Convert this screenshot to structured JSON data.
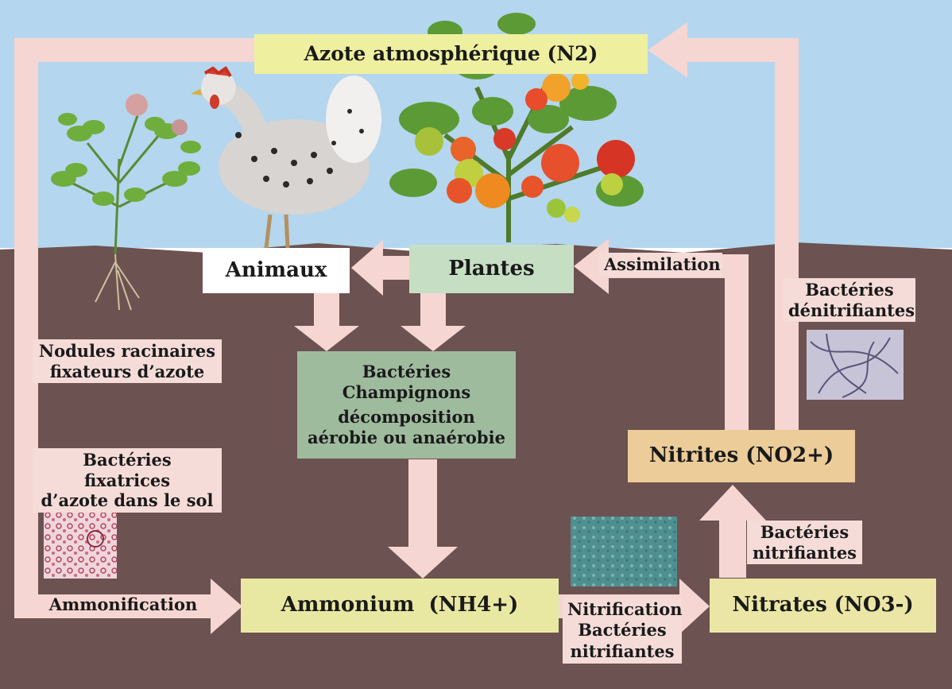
{
  "nodes": {
    "atmospheric_nitrogen": "Azote atmosphérique (N2)",
    "animals": "Animaux",
    "plants": "Plantes",
    "decomposers": {
      "line1": "Bactéries",
      "line2": "Champignons",
      "line3": "décomposition",
      "line4": "aérobie ou anaérobie"
    },
    "ammonium": "Ammonium  (NH4+)",
    "nitrates": "Nitrates (NO3-)",
    "nitrites": "Nitrites (NO2+)"
  },
  "labels": {
    "assimilation": "Assimilation",
    "denitrifying": {
      "line1": "Bactéries",
      "line2": "dénitrifiantes"
    },
    "root_nodules": {
      "line1": "Nodules racinaires",
      "line2": "fixateurs d’azote"
    },
    "soil_fixing": {
      "line1": "Bactéries fixatrices",
      "line2": "d’azote dans le sol"
    },
    "ammonification": "Ammonification",
    "nitrification": {
      "line1": "Nitrification",
      "line2": "Bactéries",
      "line3": "nitrifiantes"
    },
    "nitrifying": {
      "line1": "Bactéries",
      "line2": "nitrifiantes"
    }
  },
  "colors": {
    "sky": "#b4d6ee",
    "soil": "#6c5250",
    "arrow": "#f5d6d2",
    "atm_box": "#eef0a0",
    "ammonium_box": "#e9e8a2",
    "nitrates_box": "#ebe6a6",
    "nitrites_box": "#eccc98",
    "plants_box": "#c6dfc4",
    "animals_box": "#ffffff",
    "decomp_box": "#9fbb9e"
  },
  "icons": [
    "clover-plant",
    "hen",
    "tomato-plant",
    "denitrifying-bacteria-micrograph",
    "fixing-bacteria-micrograph",
    "nitrifying-bacteria-micrograph"
  ]
}
